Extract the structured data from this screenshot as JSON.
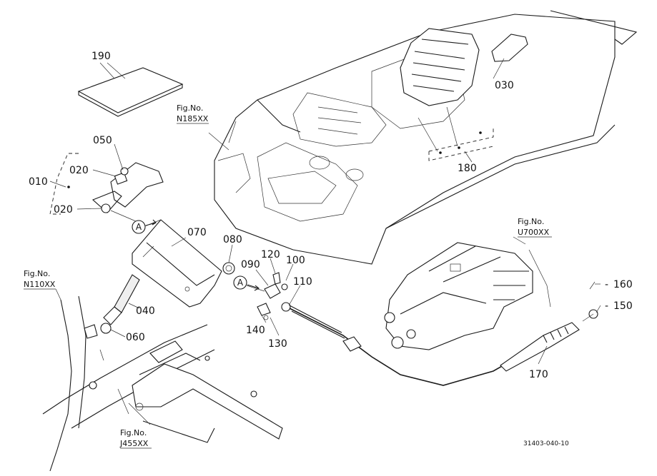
{
  "diagram_code": "31403-040-10",
  "figure_refs": {
    "n185": {
      "line1": "Fig.No.",
      "line2": "N185XX"
    },
    "u700": {
      "line1": "Fig.No.",
      "line2": "U700XX"
    },
    "n110": {
      "line1": "Fig.No.",
      "line2": "N110XX"
    },
    "j455": {
      "line1": "Fig.No.",
      "line2": "J455XX"
    }
  },
  "callout_marker": "A",
  "parts": {
    "p010": "010",
    "p020a": "020",
    "p020b": "020",
    "p030": "030",
    "p040": "040",
    "p050": "050",
    "p060": "060",
    "p070": "070",
    "p080": "080",
    "p090": "090",
    "p100": "100",
    "p110": "110",
    "p120": "120",
    "p130": "130",
    "p140": "140",
    "p150": "150",
    "p160": "160",
    "p170": "170",
    "p180": "180",
    "p190": "190"
  }
}
